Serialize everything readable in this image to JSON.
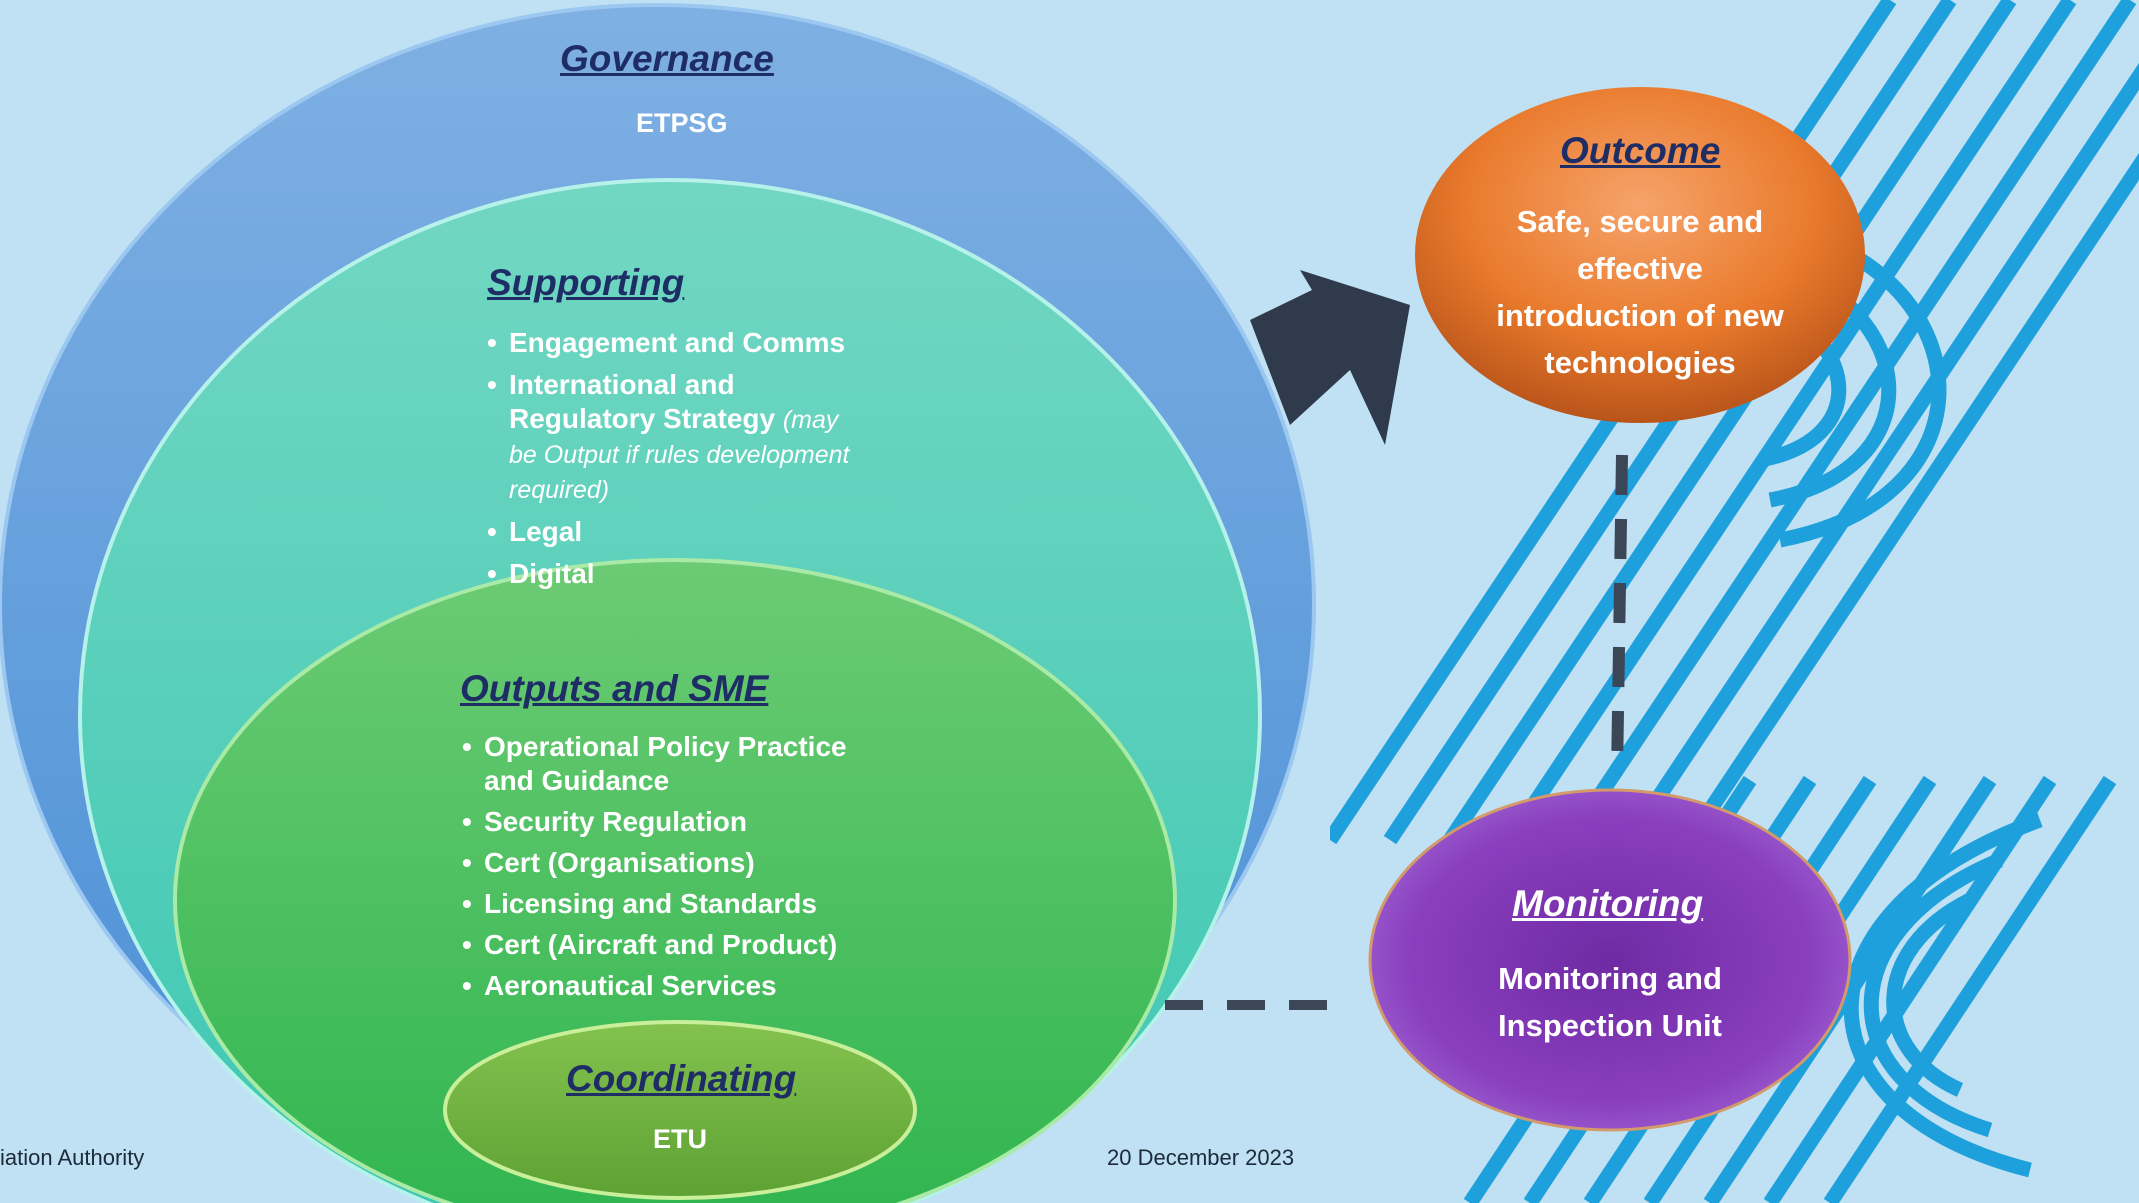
{
  "governance": {
    "title": "Governance",
    "body": "ETPSG"
  },
  "supporting": {
    "title": "Supporting",
    "items": [
      {
        "label": "Engagement and Comms"
      },
      {
        "label": "International and Regulatory Strategy",
        "note": "(may be Output if rules development required)"
      },
      {
        "label": "Legal"
      },
      {
        "label": "Digital"
      }
    ]
  },
  "outputs": {
    "title": "Outputs and SME",
    "items": [
      "Operational Policy Practice and Guidance",
      "Security Regulation",
      "Cert (Organisations)",
      "Licensing and Standards",
      "Cert (Aircraft and Product)",
      "Aeronautical Services"
    ]
  },
  "coordinating": {
    "title": "Coordinating",
    "body": "ETU"
  },
  "outcome": {
    "title": "Outcome",
    "body": "Safe, secure and effective introduction of new technologies"
  },
  "monitoring": {
    "title": "Monitoring",
    "body": "Monitoring and Inspection Unit"
  },
  "footer": {
    "left": "iation Authority",
    "date": "20 December 2023"
  },
  "colors": {
    "background": "#bfe1f3",
    "governance": "#5b9bd5",
    "supporting": "#4ecdbd",
    "outputs": "#45c35e",
    "coordinating": "#6fb23c",
    "outcome": "#e97a2c",
    "monitoring": "#7f3bb0",
    "arrow": "#2f3a4d",
    "stripes": "#1ea0dc"
  }
}
